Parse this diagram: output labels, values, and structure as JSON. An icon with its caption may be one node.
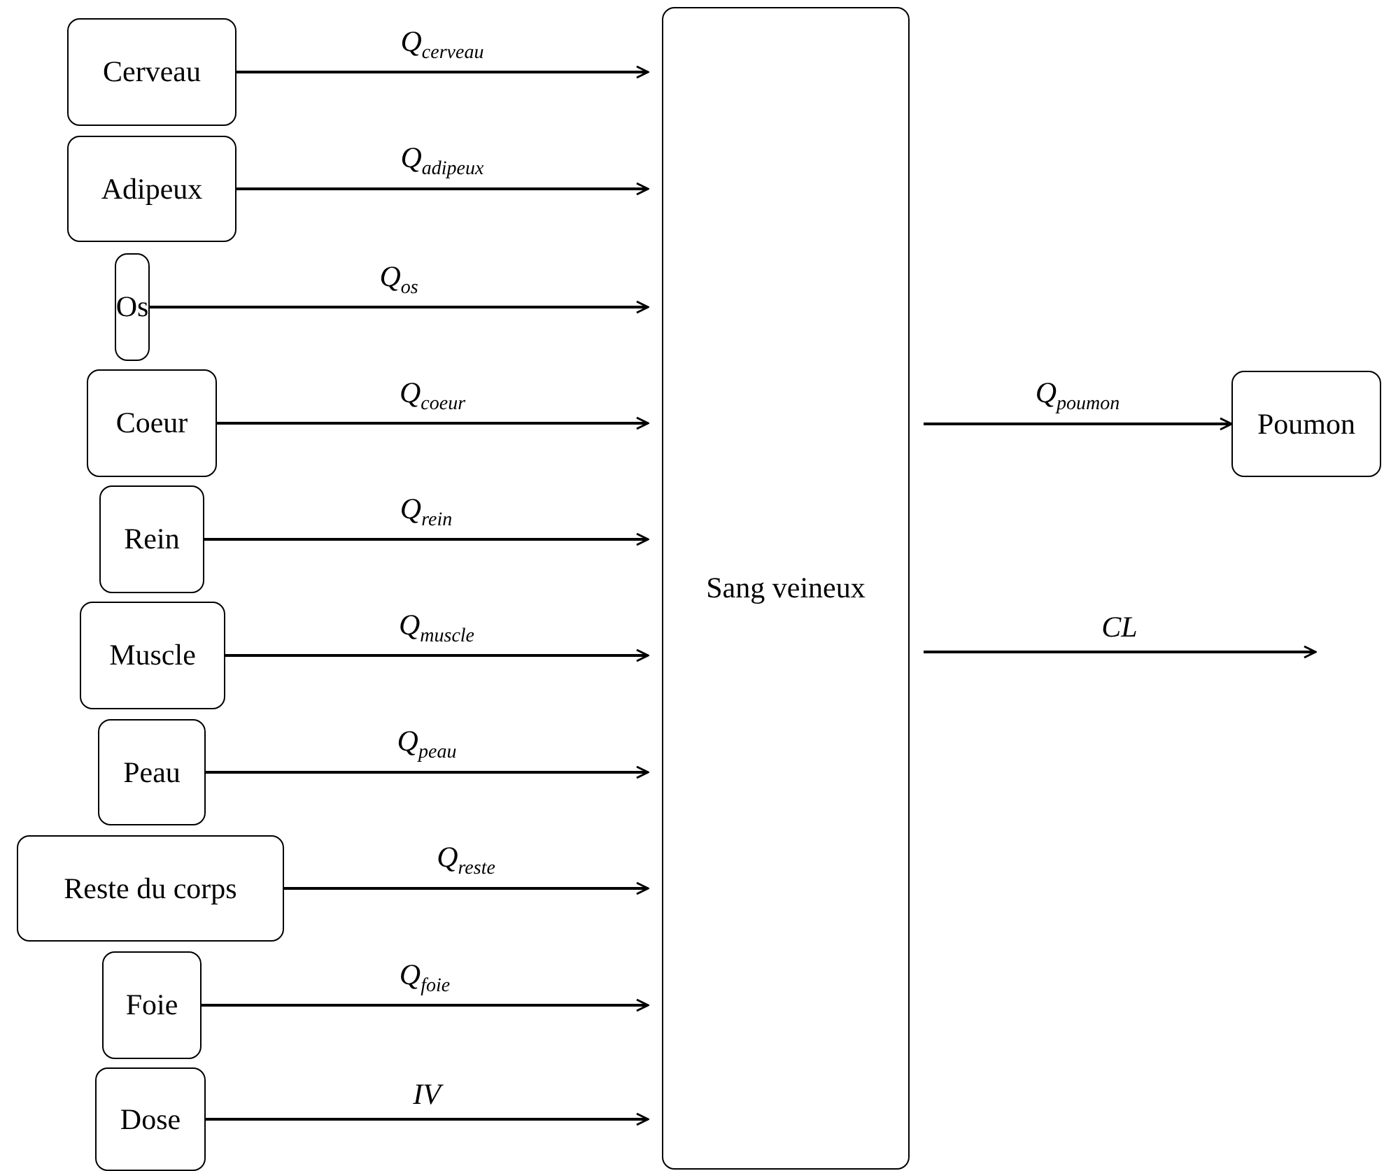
{
  "diagram": {
    "nodes": [
      {
        "text": [
          "Cerveau"
        ]
      },
      {
        "text": [
          "Adipeux"
        ]
      },
      {
        "text": [
          "Os"
        ]
      },
      {
        "text": [
          "Coeur"
        ]
      },
      {
        "text": [
          "Rein"
        ]
      },
      {
        "text": [
          "Muscle"
        ]
      },
      {
        "text": [
          "Peau"
        ]
      },
      {
        "text": [
          "Reste du corps"
        ]
      },
      {
        "text": [
          "Foie"
        ]
      },
      {
        "text": [
          "Dose"
        ]
      },
      {
        "text": [
          "Sang veineux"
        ]
      },
      {
        "text": [
          "Poumon"
        ]
      }
    ],
    "edges": [
      {
        "from": 0,
        "to": 10,
        "arrow": "to",
        "label": "Q$_{cerveau}$"
      },
      {
        "from": 1,
        "to": 10,
        "arrow": "to",
        "label": "Q$_{adipeux}$"
      },
      {
        "from": 2,
        "to": 10,
        "arrow": "to",
        "label": "Q$_{os}$"
      },
      {
        "from": 3,
        "to": 10,
        "arrow": "to",
        "label": "Q$_{coeur}$"
      },
      {
        "from": 4,
        "to": 10,
        "arrow": "to",
        "label": "Q$_{rein}$"
      },
      {
        "from": 5,
        "to": 10,
        "arrow": "to",
        "label": "Q$_{muscle}$"
      },
      {
        "from": 6,
        "to": 10,
        "arrow": "to",
        "label": "Q$_{peau}$"
      },
      {
        "from": 7,
        "to": 10,
        "arrow": "to",
        "label": "Q$_{reste}$"
      },
      {
        "from": 8,
        "to": 10,
        "arrow": "to",
        "label": "Q$_{foie}$"
      },
      {
        "from": 9,
        "to": 10,
        "arrow": "to",
        "label": "IV"
      },
      {
        "from": 10,
        "to": 11,
        "arrow": "to",
        "label": "Q$_{poumon}$"
      },
      {
        "from": 10,
        "to": null,
        "arrow": "to",
        "label": "CL"
      }
    ]
  }
}
